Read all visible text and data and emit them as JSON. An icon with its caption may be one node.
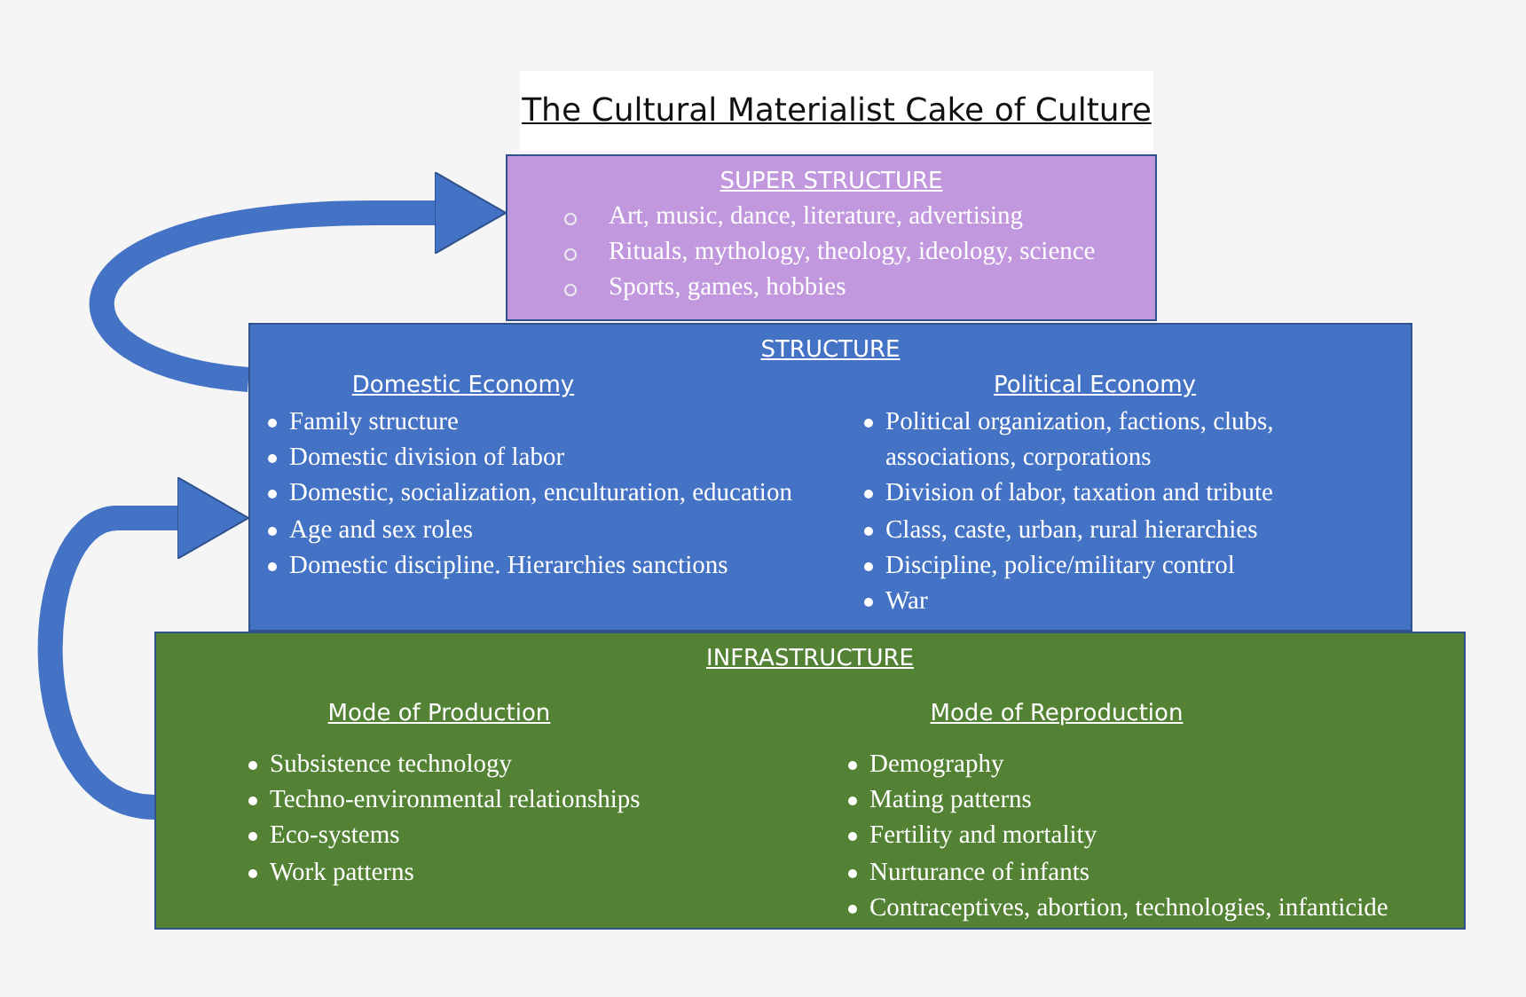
{
  "diagram": {
    "title": "The Cultural Materialist Cake of Culture",
    "nodes": [
      {
        "text": [
          "SUPER STRUCTURE",
          "Art, music, dance, literature, advertising",
          "Rituals, mythology, theology, ideology, science",
          "Sports, games, hobbies"
        ]
      },
      {
        "text": [
          "STRUCTURE",
          "Domestic Economy",
          "Family structure",
          "Domestic division of labor",
          "Domestic, socialization, enculturation, education",
          "Age and sex roles",
          "Domestic discipline. Hierarchies sanctions",
          "Political Economy",
          "Political organization, factions, clubs, associations, corporations",
          "Division of labor, taxation and tribute",
          "Class, caste, urban, rural hierarchies",
          "Discipline, police/military control",
          "War"
        ]
      },
      {
        "text": [
          "INFRASTRUCTURE",
          "Mode of Production",
          "Subsistence technology",
          "Techno-environmental relationships",
          "Eco-systems",
          "Work patterns",
          "Mode of Reproduction",
          "Demography",
          "Mating patterns",
          "Fertility and mortality",
          "Nurturance of infants",
          "Contraceptives, abortion, technologies, infanticide"
        ]
      }
    ],
    "edges": [
      {
        "from": 1,
        "to": 0,
        "arrow": "to"
      },
      {
        "from": 2,
        "to": 1,
        "arrow": "to"
      }
    ]
  }
}
